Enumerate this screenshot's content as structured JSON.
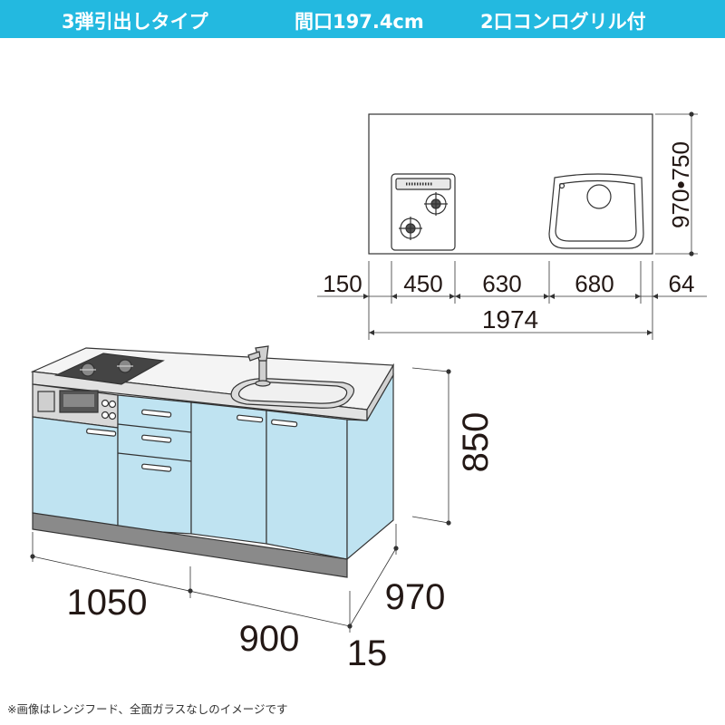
{
  "header": {
    "type_label": "3弾引出しタイプ",
    "width_label": "間口197.4cm",
    "grill_label": "2口コンログリル付",
    "bg_color": "#23b9e0"
  },
  "top_view": {
    "depth_label": "970•750",
    "segments": [
      "150",
      "450",
      "630",
      "680",
      "64"
    ],
    "total": "1974"
  },
  "front_view": {
    "height": "850",
    "left_width": "1050",
    "right_width": "900",
    "depth": "970",
    "plinth": "15",
    "panel_color": "#bfe3f1"
  },
  "note": "※画像はレンジフード、全面ガラスなしのイメージです"
}
